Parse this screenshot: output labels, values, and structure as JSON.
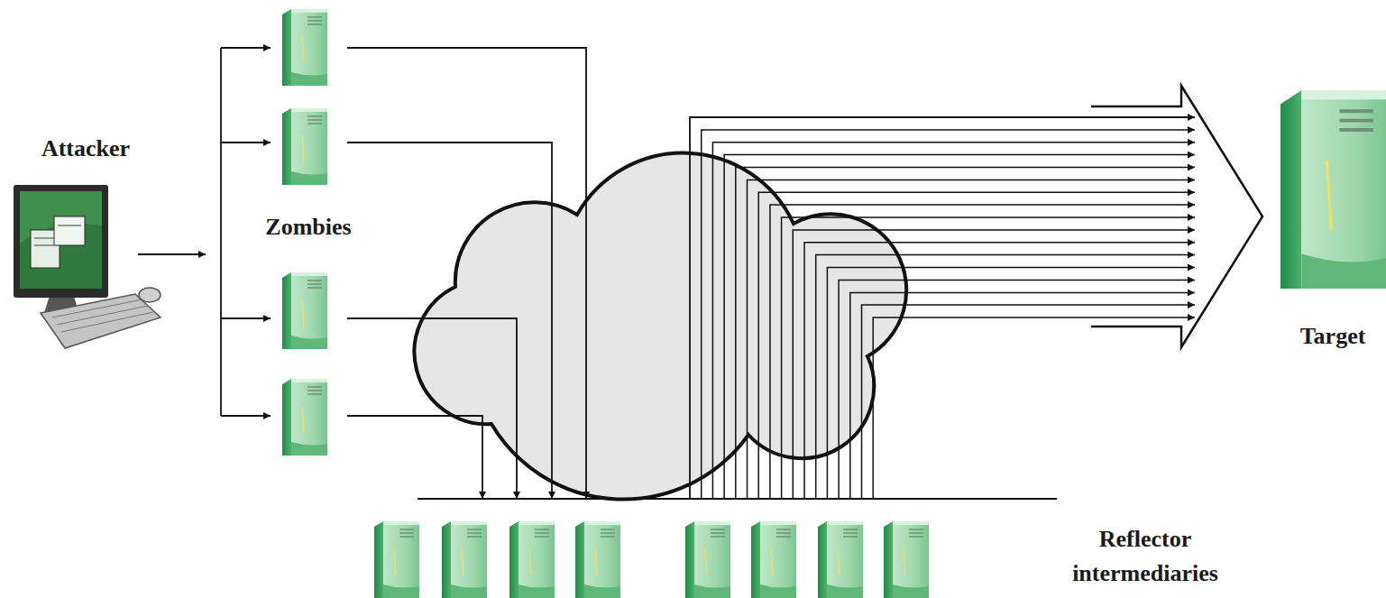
{
  "diagram": {
    "nodes": [
      {
        "text": [
          "Attacker"
        ]
      },
      {
        "text": [
          "Zombies"
        ]
      },
      {
        "text": [
          "Reflector intermediaries"
        ]
      },
      {
        "text": [
          "Target"
        ]
      }
    ],
    "edges": [
      {
        "from": 0,
        "to": 1,
        "arrow": "to"
      },
      {
        "from": 1,
        "to": 2,
        "arrow": "to"
      },
      {
        "from": 2,
        "to": 3,
        "arrow": "to"
      }
    ]
  }
}
